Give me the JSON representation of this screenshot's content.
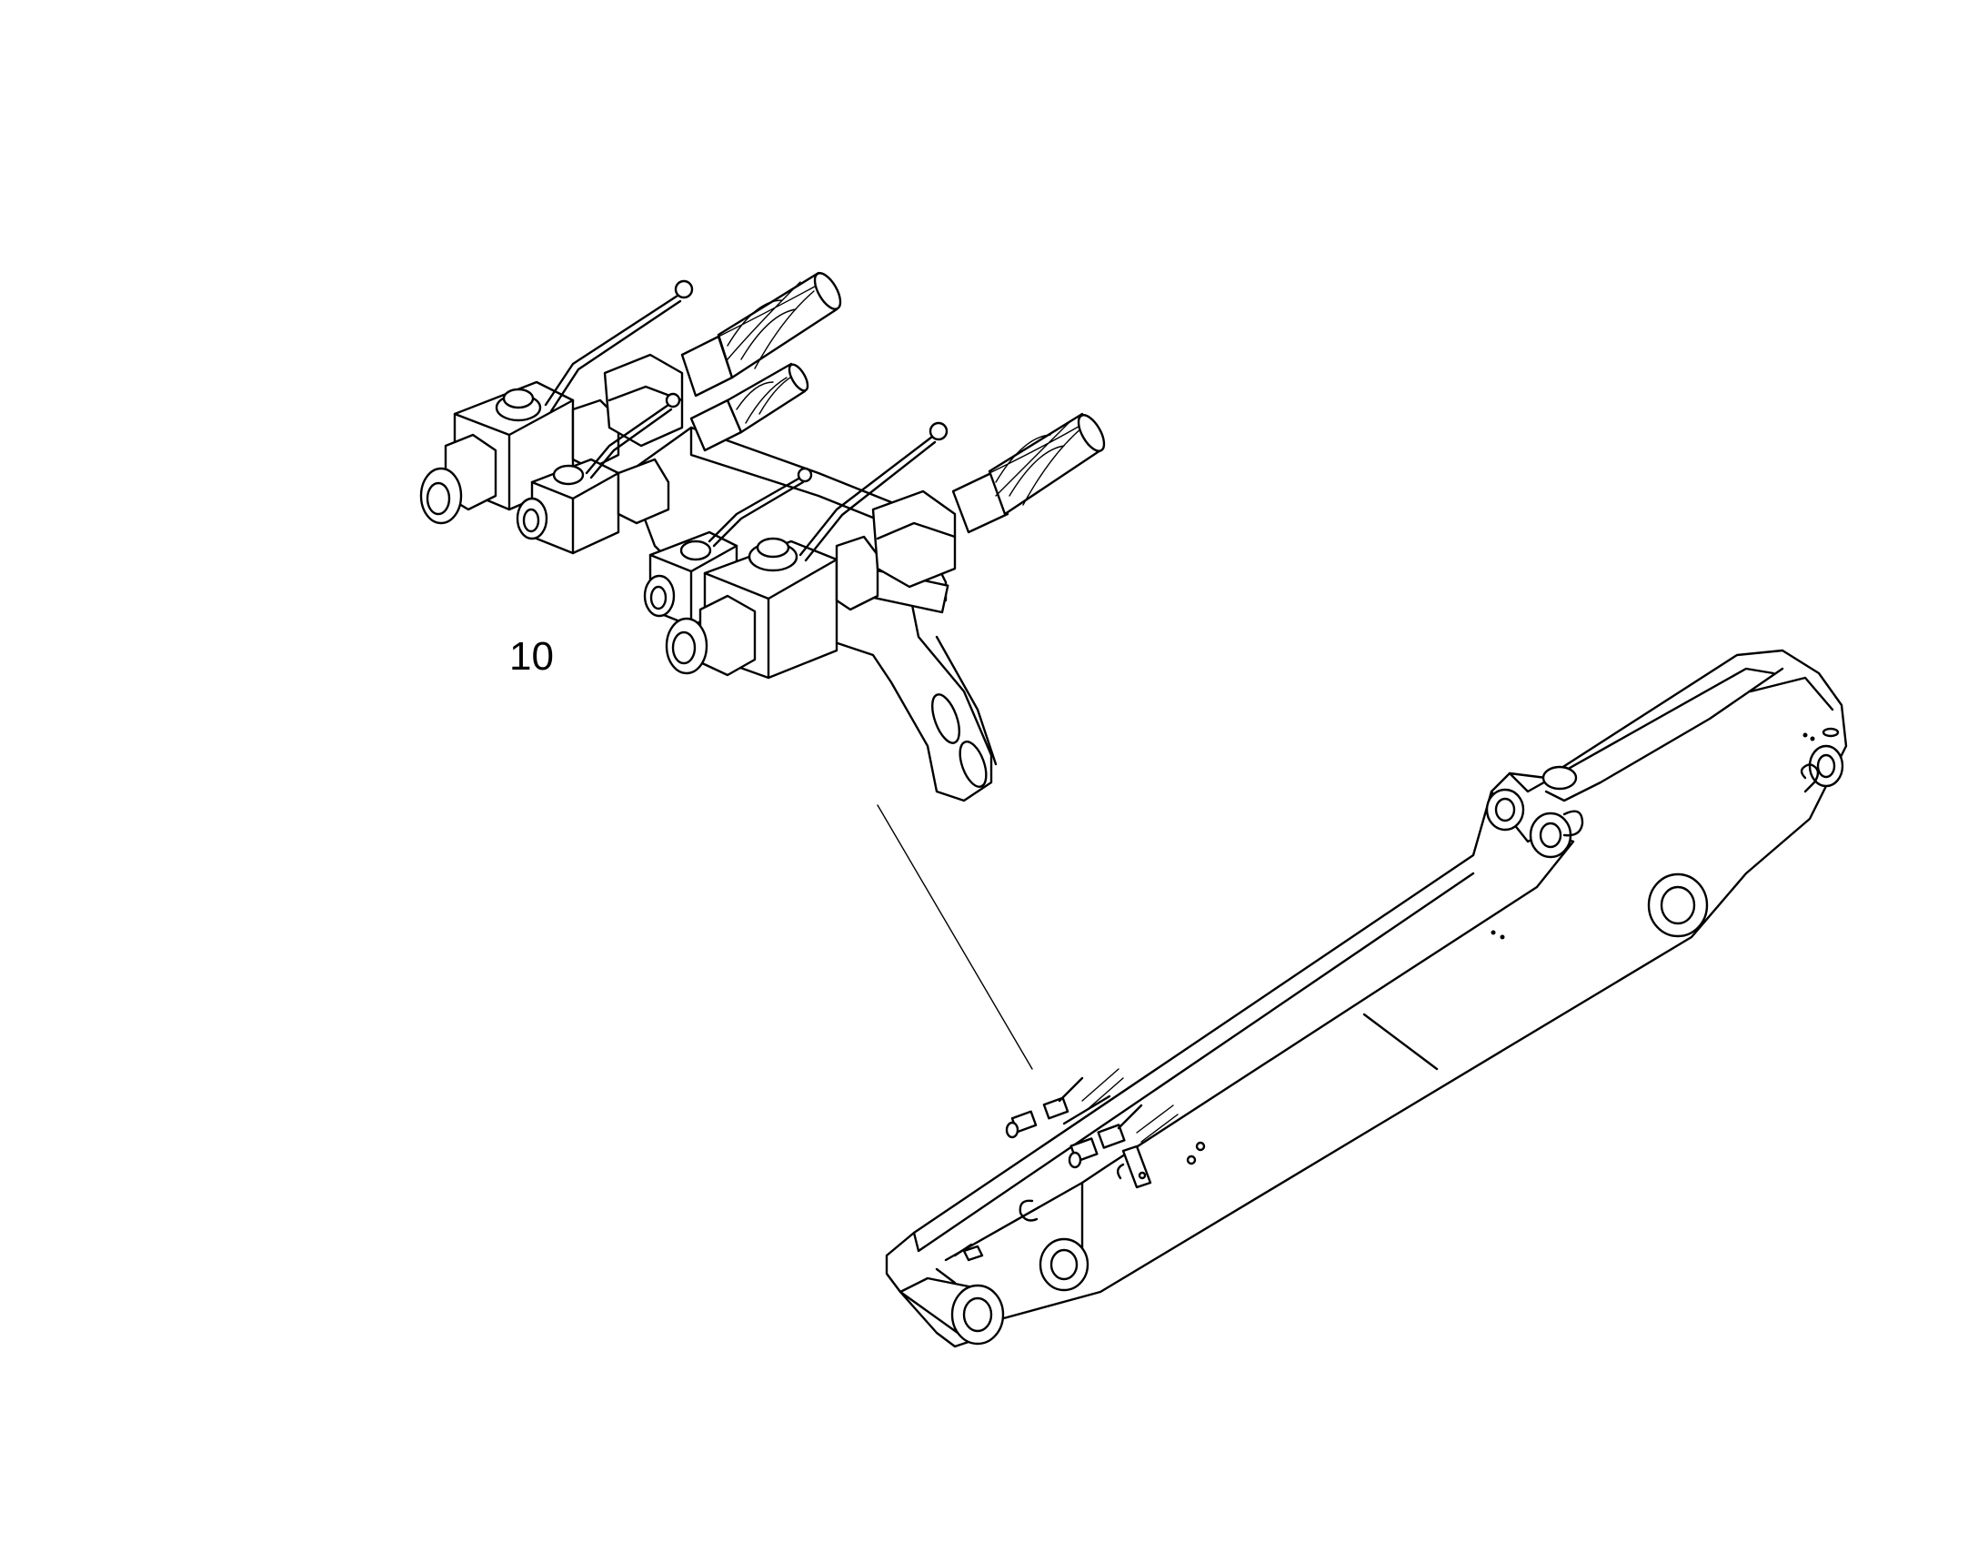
{
  "callouts": [
    {
      "id": "10",
      "label": "10"
    }
  ],
  "colors": {
    "background": "#ffffff",
    "line": "#000000"
  },
  "views": {
    "detail": "valve-assembly-detail",
    "overview": "boom-arm-overview"
  }
}
